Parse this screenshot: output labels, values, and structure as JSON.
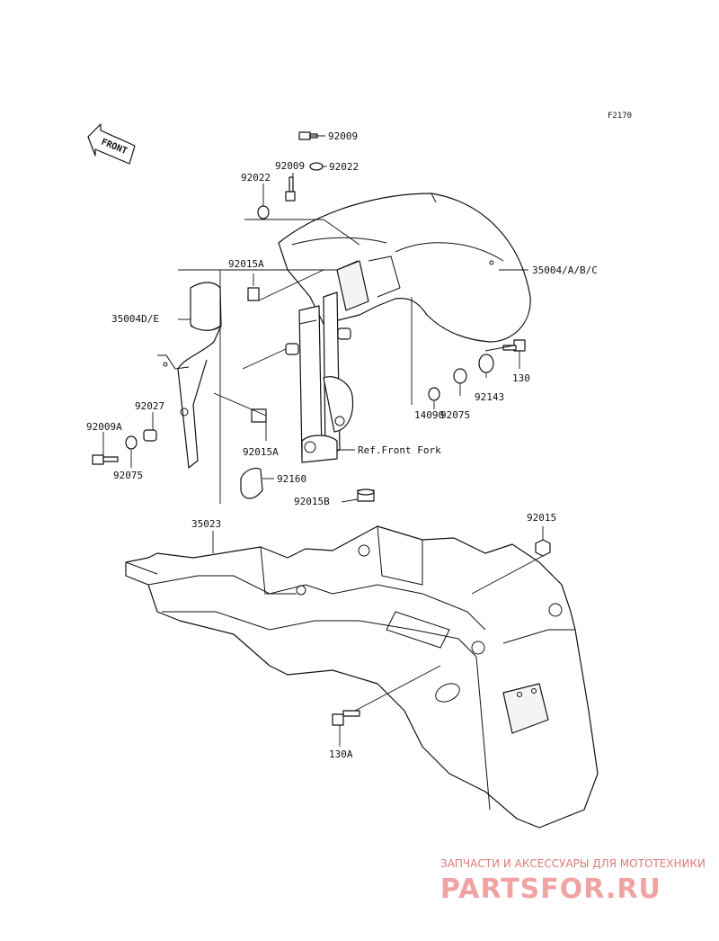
{
  "diagram": {
    "code": "F2170",
    "front_label": "FRONT",
    "parts": {
      "p92009_top": "92009",
      "p92022_top": "92022",
      "p92009_mid": "92009",
      "p92022_left": "92022",
      "p92015A_top": "92015A",
      "p35004_ABC": "35004/A/B/C",
      "p35004_DE": "35004D/E",
      "p130": "130",
      "p92143": "92143",
      "p92075_right": "92075",
      "p14090": "14090",
      "p92027": "92027",
      "p92009A": "92009A",
      "p92075_left": "92075",
      "p92015A_bot": "92015A",
      "ref_front_fork": "Ref.Front Fork",
      "p92160": "92160",
      "p92015B": "92015B",
      "p35023": "35023",
      "p92015": "92015",
      "p130A": "130A"
    }
  },
  "watermark": {
    "caption": "ЗАПЧАСТИ И АКСЕССУАРЫ ДЛЯ МОТОТЕХНИКИ",
    "logo": "PARTSFOR.RU"
  }
}
